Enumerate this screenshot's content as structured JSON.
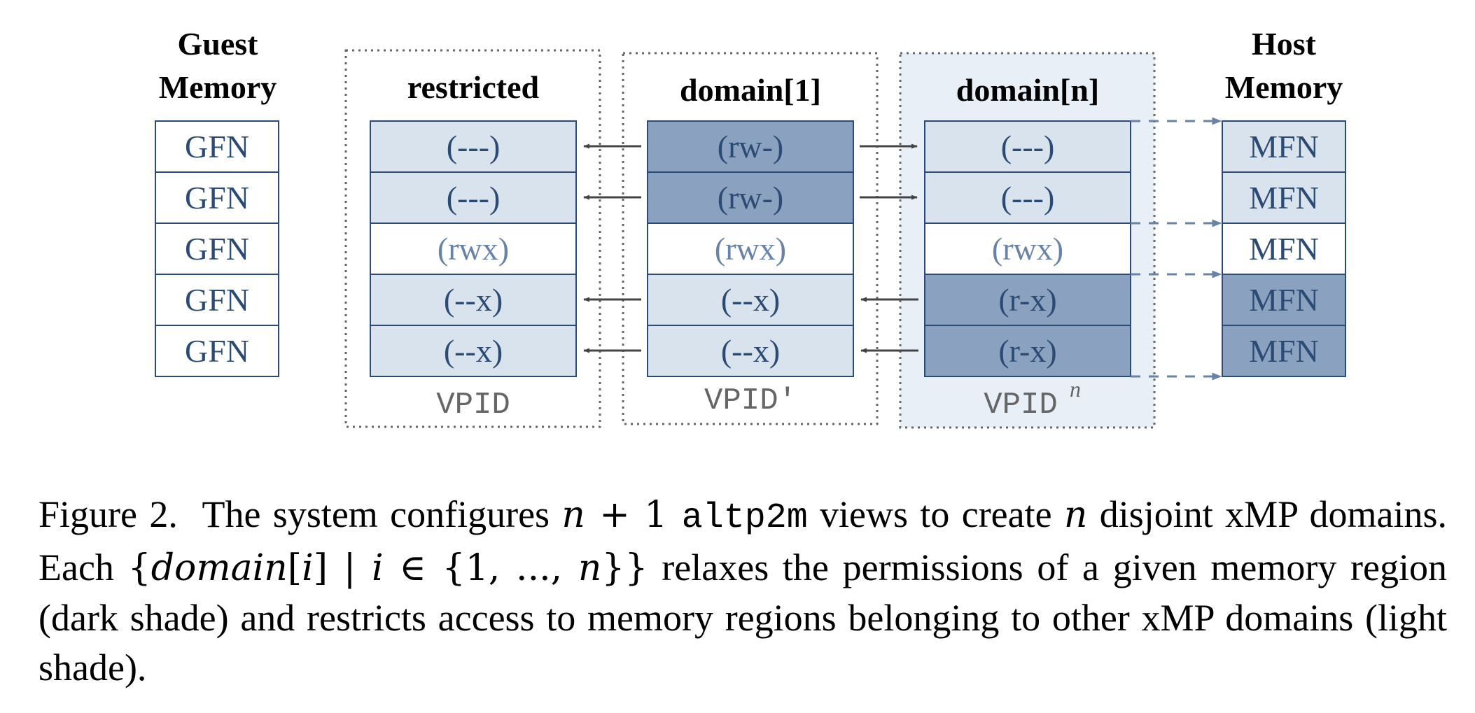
{
  "colors": {
    "ink": "#2b4b74",
    "light_shade": "#d9e3ee",
    "dark_shade": "#8aa1c0",
    "white": "#ffffff",
    "highlight_panel": "#e9eff6",
    "arrow": "#444444",
    "dashed_arrow": "#6883a7",
    "dotted_border": "#666666",
    "vpid_label": "#666666"
  },
  "diagram": {
    "guest_memory": {
      "title": [
        "Guest",
        "Memory"
      ],
      "cells": [
        "GFN",
        "GFN",
        "GFN",
        "GFN",
        "GFN"
      ]
    },
    "views": [
      {
        "title": "restricted",
        "vpid": "VPID",
        "vpid_sup": "",
        "cells": [
          {
            "label": "(---)",
            "shade": "light"
          },
          {
            "label": "(---)",
            "shade": "light"
          },
          {
            "label": "(rwx)",
            "shade": "white"
          },
          {
            "label": "(--x)",
            "shade": "light"
          },
          {
            "label": "(--x)",
            "shade": "light"
          }
        ]
      },
      {
        "title": "domain[1]",
        "vpid": "VPID′",
        "vpid_sup": "",
        "cells": [
          {
            "label": "(rw-)",
            "shade": "dark"
          },
          {
            "label": "(rw-)",
            "shade": "dark"
          },
          {
            "label": "(rwx)",
            "shade": "white"
          },
          {
            "label": "(--x)",
            "shade": "light"
          },
          {
            "label": "(--x)",
            "shade": "light"
          }
        ]
      },
      {
        "title": "domain[n]",
        "vpid": "VPID",
        "vpid_sup": "n",
        "highlighted": true,
        "cells": [
          {
            "label": "(---)",
            "shade": "light"
          },
          {
            "label": "(---)",
            "shade": "light"
          },
          {
            "label": "(rwx)",
            "shade": "white"
          },
          {
            "label": "(r-x)",
            "shade": "dark"
          },
          {
            "label": "(r-x)",
            "shade": "dark"
          }
        ]
      }
    ],
    "host_memory": {
      "title": [
        "Host",
        "Memory"
      ],
      "cells": [
        {
          "label": "MFN",
          "shade": "light"
        },
        {
          "label": "MFN",
          "shade": "light"
        },
        {
          "label": "MFN",
          "shade": "white"
        },
        {
          "label": "MFN",
          "shade": "dark"
        },
        {
          "label": "MFN",
          "shade": "dark"
        }
      ]
    }
  },
  "caption": {
    "figure_label": "Figure 2.",
    "t1": "The system configures ",
    "m_n1": "n",
    "m_plus": " + 1 ",
    "code": "altp2m",
    "t2": " views to create ",
    "m_n2": "n",
    "t3": " disjoint xMP domains. Each ",
    "m_set_open": "{",
    "m_domain": "domain",
    "m_idx_open": "[",
    "m_i1": "i",
    "m_idx_close": "] | ",
    "m_i2": "i",
    "m_in": " ∈ {1, ..., ",
    "m_n3": "n",
    "m_set_close": "}}",
    "t4": " relaxes the permissions of a given memory region (dark shade) and restricts access to memory regions belonging to other xMP domains (light shade)."
  }
}
